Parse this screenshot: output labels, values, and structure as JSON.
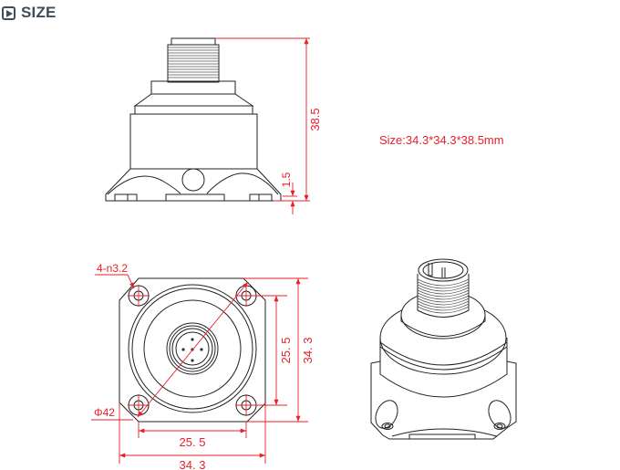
{
  "header": {
    "icon": "play-icon",
    "title": "SIZE"
  },
  "size_note": "Size:34.3*34.3*38.5mm",
  "side_view": {
    "dimensions": {
      "total_height": "38.5",
      "base_height": "1.5"
    }
  },
  "top_view": {
    "dimensions": {
      "holes": "4-n3.2",
      "diameter": "Φ42",
      "hole_spacing_horizontal": "25. 5",
      "width": "34. 3",
      "hole_spacing_vertical": "25. 5",
      "height": "34. 3"
    }
  },
  "iso_view": {
    "label": ""
  },
  "colors": {
    "dimension": "#e8202a",
    "outline": "#222222",
    "header": "#3f4d58"
  }
}
